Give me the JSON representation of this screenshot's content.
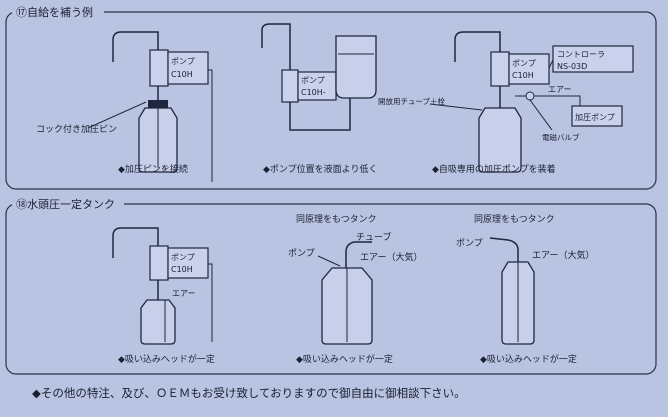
{
  "sections": [
    {
      "title": "⑰自給を補う例"
    },
    {
      "title": "⑱水頭圧一定タンク"
    }
  ],
  "labels": {
    "pump": "ポンプ",
    "model": "C10H",
    "model_short": "C10H-",
    "controller": "コントローラ",
    "controller_model": "NS-03D",
    "air": "エアー",
    "pressure_pump": "加圧ポンプ",
    "pressure_pin": "コック付き加圧ピン",
    "tube_plug": "開放用チューブ＋栓",
    "solenoid": "電磁バルブ",
    "same_principle": "同原理をもつタンク",
    "tube": "チューブ",
    "air_atm": "エアー（大気）"
  },
  "captions": [
    "◆加圧ピンを接続",
    "◆ポンプ位置を液面より低く",
    "◆自吸専用の加圧ポンプを装着",
    "◆吸い込みヘッドが一定",
    "◆吸い込みヘッドが一定",
    "◆吸い込みヘッドが一定"
  ],
  "footer": "◆その他の特注、及び、ＯＥＭもお受け致しておりますので御自由に御相談下さい。"
}
